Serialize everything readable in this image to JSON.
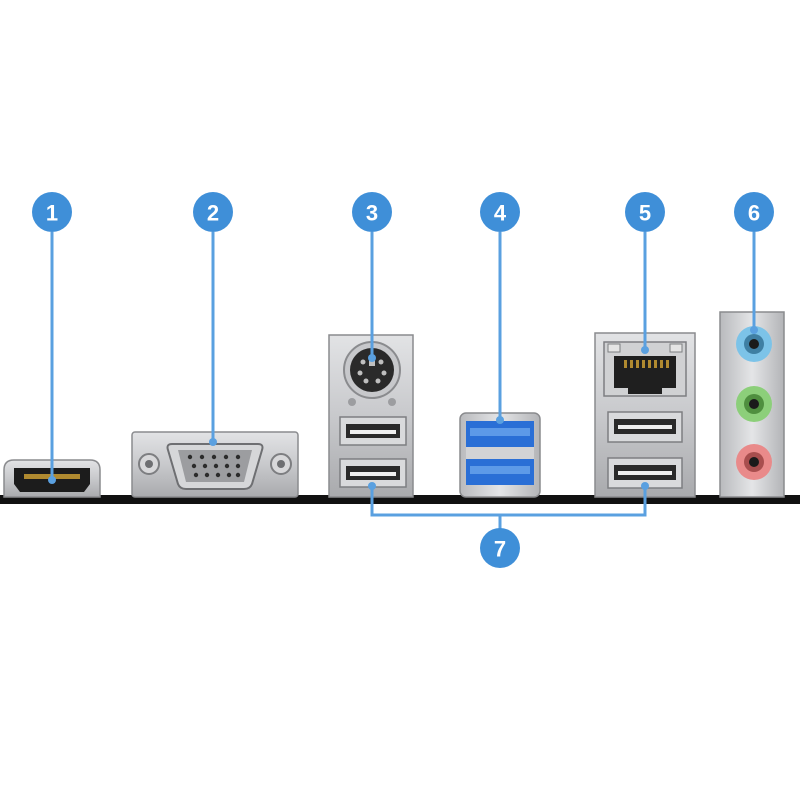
{
  "callouts": [
    {
      "id": "1",
      "label": "1"
    },
    {
      "id": "2",
      "label": "2"
    },
    {
      "id": "3",
      "label": "3"
    },
    {
      "id": "4",
      "label": "4"
    },
    {
      "id": "5",
      "label": "5"
    },
    {
      "id": "6",
      "label": "6"
    },
    {
      "id": "7",
      "label": "7"
    }
  ],
  "colors": {
    "callout": "#3f8fd8",
    "callout_line": "#5aa0e0",
    "usb3_blue": "#2a6fd6",
    "audio_line_in": "#7cc3e8",
    "audio_line_out": "#8ccf7a",
    "audio_mic": "#e98a8a",
    "panel_bar": "#111111"
  },
  "icons": [
    "hdmi-port-icon",
    "vga-port-icon",
    "ps2-port-icon",
    "usb2-port-icon",
    "usb3-port-icon",
    "lan-port-icon",
    "audio-jack-icon"
  ]
}
